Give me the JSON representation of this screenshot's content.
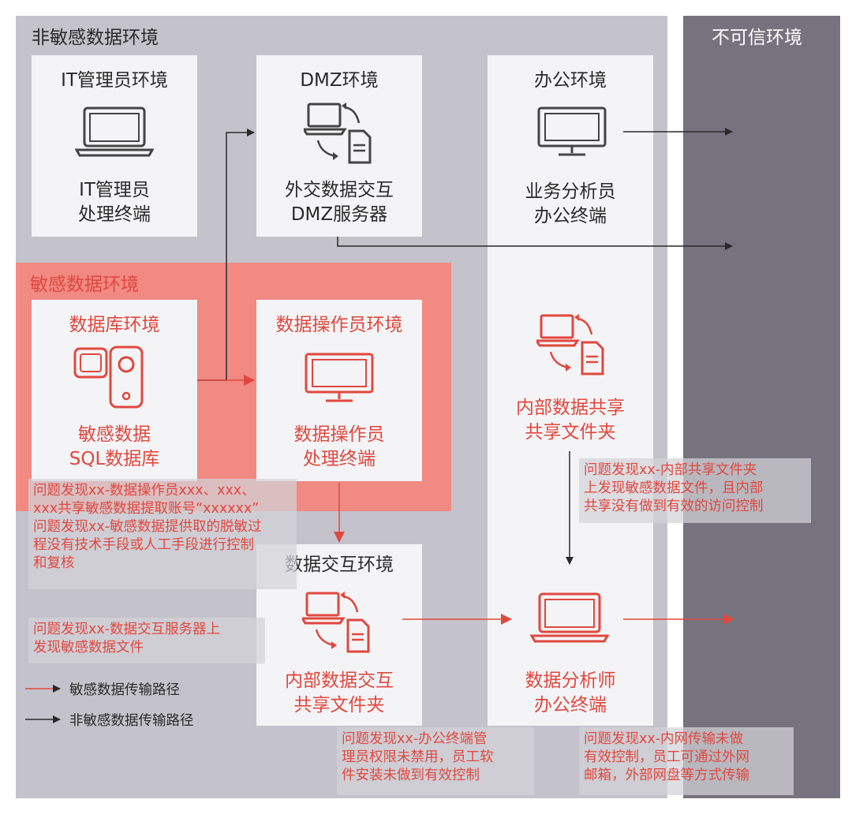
{
  "zones": {
    "non_sensitive": "非敏感数据环境",
    "untrusted": "不可信环境",
    "sensitive": "敏感数据环境"
  },
  "boxes": {
    "it_admin": {
      "title": "IT管理员环境",
      "label": [
        "IT管理员",
        "处理终端"
      ]
    },
    "dmz": {
      "title": "DMZ环境",
      "label": [
        "外交数据交互",
        "DMZ服务器"
      ]
    },
    "office": {
      "title": "办公环境",
      "label": [
        "业务分析员",
        "办公终端"
      ],
      "share_label": [
        "内部数据共享",
        "共享文件夹"
      ],
      "analyst_label": [
        "数据分析师",
        "办公终端"
      ]
    },
    "database": {
      "title": "数据库环境",
      "label": [
        "敏感数据",
        "SQL数据库"
      ]
    },
    "operator": {
      "title": "数据操作员环境",
      "label": [
        "数据操作员",
        "处理终端"
      ]
    },
    "exchange": {
      "title": "数据交互环境",
      "label": [
        "内部数据交互",
        "共享文件夹"
      ]
    }
  },
  "notes": {
    "n1": [
      "问题发现xx-数据操作员xxx、xxx、",
      "xxx共享敏感数据提取账号“xxxxxx”",
      "问题发现xx-敏感数据提供取的脱敏过",
      "程没有技术手段或人工手段进行控制",
      "和复核"
    ],
    "n2": [
      "问题发现xx-数据交互服务器上",
      "发现敏感数据文件"
    ],
    "n3": [
      "问题发现xx-内部共享文件夹",
      "上发现敏感数据文件，且内部",
      "共享没有做到有效的访问控制"
    ],
    "n4": [
      "问题发现xx-办公终端管",
      "理员权限未禁用，员工软",
      "件安装未做到有效控制"
    ],
    "n5": [
      "问题发现xx-内网传输未做",
      "有效控制，员工可通过外网",
      "邮箱，外部网盘等方式传输"
    ]
  },
  "legend": {
    "sensitive_path": "敏感数据传输路径",
    "non_sensitive_path": "非敏感数据传输路径"
  },
  "colors": {
    "red": "#e0483f",
    "dark": "#2a2a2a",
    "zone_gray": "#c4c3cb",
    "untrusted": "#76737f",
    "sensitive_zone": "#f08a82",
    "box_bg": "#f4f4f6"
  },
  "icons": [
    "laptop-icon",
    "laptop-file-exchange-icon",
    "monitor-icon",
    "database-camera-icon",
    "laptop-icon"
  ]
}
